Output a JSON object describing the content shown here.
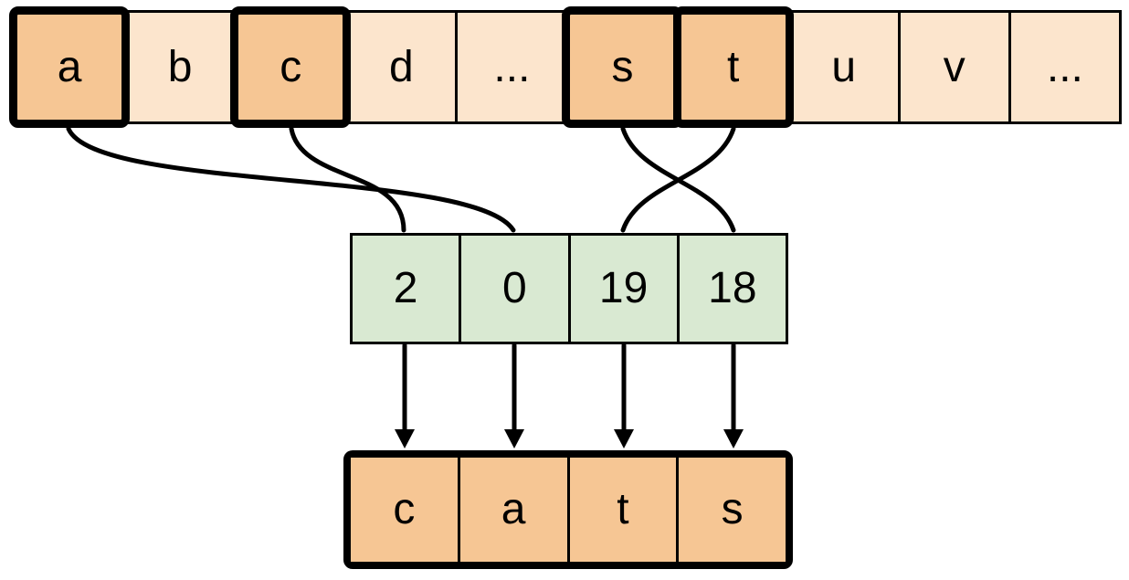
{
  "alphabet_row": {
    "cells": [
      {
        "label": "a",
        "highlighted": true
      },
      {
        "label": "b",
        "highlighted": false
      },
      {
        "label": "c",
        "highlighted": true
      },
      {
        "label": "d",
        "highlighted": false
      },
      {
        "label": "...",
        "highlighted": false
      },
      {
        "label": "s",
        "highlighted": true
      },
      {
        "label": "t",
        "highlighted": true
      },
      {
        "label": "u",
        "highlighted": false
      },
      {
        "label": "v",
        "highlighted": false
      },
      {
        "label": "...",
        "highlighted": false
      }
    ]
  },
  "index_row": {
    "cells": [
      {
        "label": "2"
      },
      {
        "label": "0"
      },
      {
        "label": "19"
      },
      {
        "label": "18"
      }
    ]
  },
  "output_row": {
    "cells": [
      {
        "label": "c"
      },
      {
        "label": "a"
      },
      {
        "label": "t"
      },
      {
        "label": "s"
      }
    ]
  },
  "connections": {
    "curves": [
      {
        "from": "a",
        "to": "0"
      },
      {
        "from": "c",
        "to": "2"
      },
      {
        "from": "s",
        "to": "18"
      },
      {
        "from": "t",
        "to": "19"
      }
    ],
    "arrows": [
      {
        "from": "2",
        "to": "c"
      },
      {
        "from": "0",
        "to": "a"
      },
      {
        "from": "19",
        "to": "t"
      },
      {
        "from": "18",
        "to": "s"
      }
    ]
  },
  "colors": {
    "background": "#ffffff",
    "cell-plain": "#fce5cd",
    "cell-highlight": "#f6c694",
    "cell-index": "#d9e9d2",
    "line": "#000000"
  }
}
